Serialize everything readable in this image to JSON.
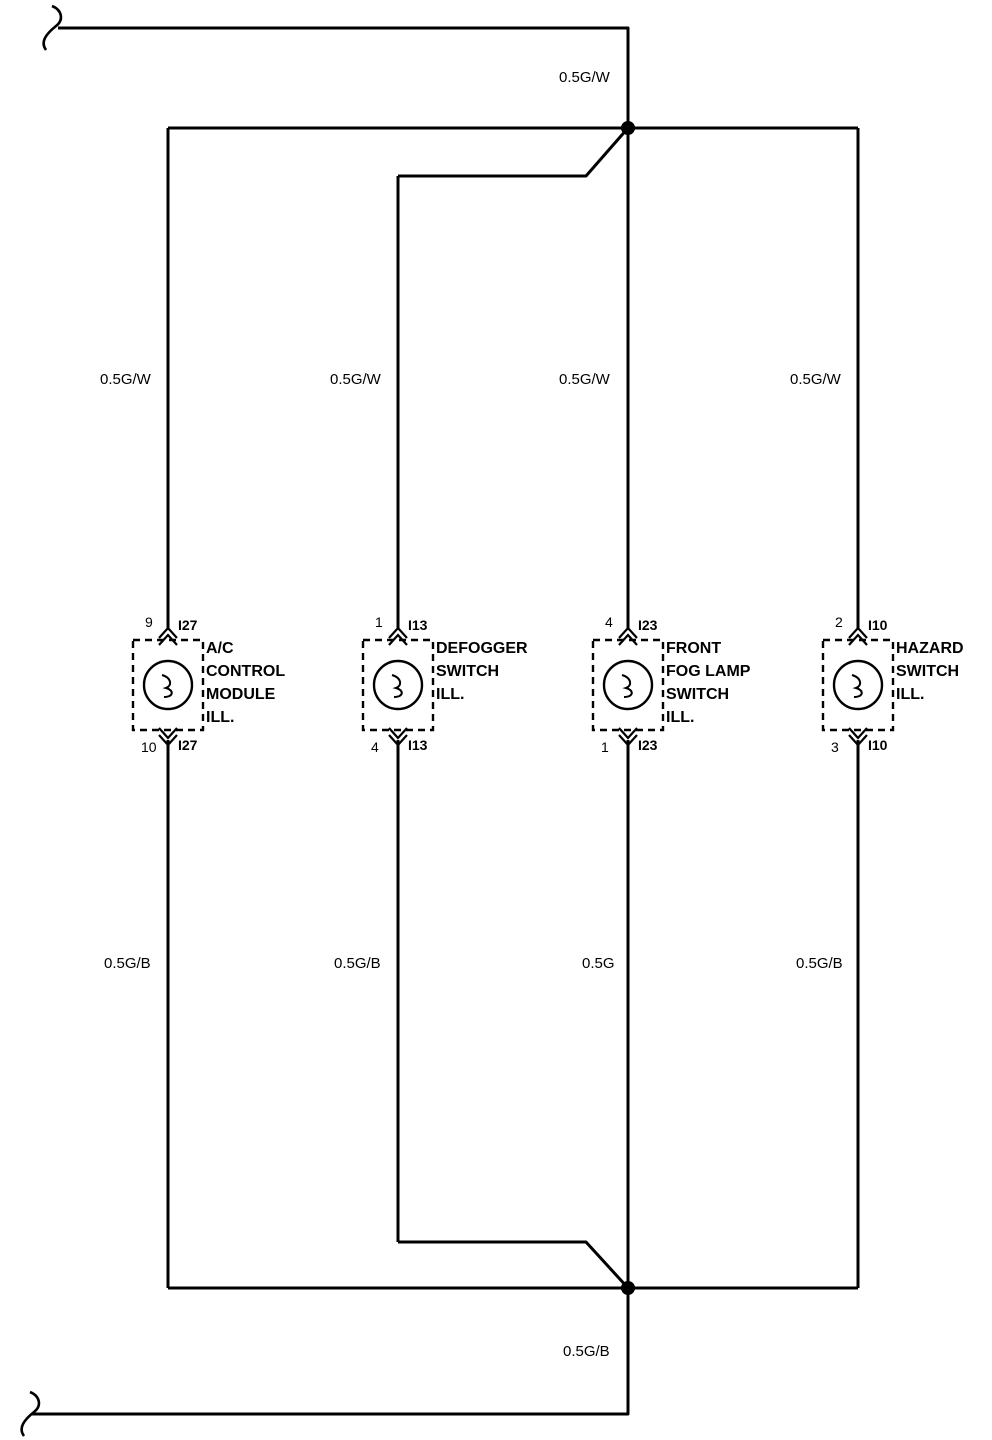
{
  "top_wire_label": "0.5G/W",
  "bottom_wire_label": "0.5G/B",
  "components": [
    {
      "name_lines": [
        "A/C",
        "CONTROL",
        "MODULE",
        "ILL."
      ],
      "upper_pin": "9",
      "upper_connector": "I27",
      "lower_pin": "10",
      "lower_connector": "I27",
      "upper_wire": "0.5G/W",
      "lower_wire": "0.5G/B"
    },
    {
      "name_lines": [
        "DEFOGGER",
        "SWITCH",
        "ILL."
      ],
      "upper_pin": "1",
      "upper_connector": "I13",
      "lower_pin": "4",
      "lower_connector": "I13",
      "upper_wire": "0.5G/W",
      "lower_wire": "0.5G/B"
    },
    {
      "name_lines": [
        "FRONT",
        "FOG LAMP",
        "SWITCH",
        "ILL."
      ],
      "upper_pin": "4",
      "upper_connector": "I23",
      "lower_pin": "1",
      "lower_connector": "I23",
      "upper_wire": "0.5G/W",
      "lower_wire": "0.5G"
    },
    {
      "name_lines": [
        "HAZARD",
        "SWITCH",
        "ILL."
      ],
      "upper_pin": "2",
      "upper_connector": "I10",
      "lower_pin": "3",
      "lower_connector": "I10",
      "upper_wire": "0.5G/W",
      "lower_wire": "0.5G/B"
    }
  ]
}
